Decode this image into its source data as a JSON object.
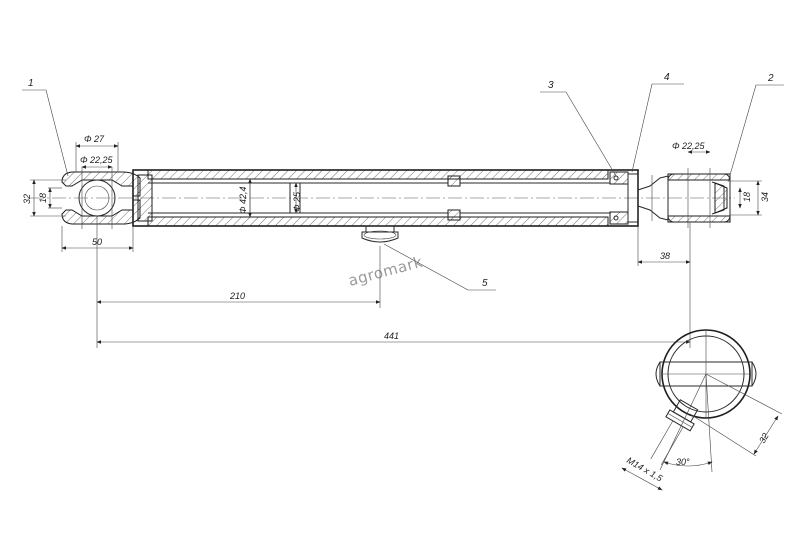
{
  "watermark": "agromark",
  "callouts": [
    "1",
    "2",
    "3",
    "4",
    "5"
  ],
  "dimensions": {
    "d27": "Φ 27",
    "d2225_left": "Φ 22,25",
    "d2225_right": "Φ 22,25",
    "h32": "32",
    "h18_left": "18",
    "h18_right": "18",
    "h34": "34",
    "d424": "Φ 42,4",
    "d25": "Φ 25",
    "l50": "50",
    "l38": "38",
    "l210": "210",
    "l441": "441",
    "s32": "32",
    "a30": "30°",
    "thread": "M14 x 1,5"
  }
}
